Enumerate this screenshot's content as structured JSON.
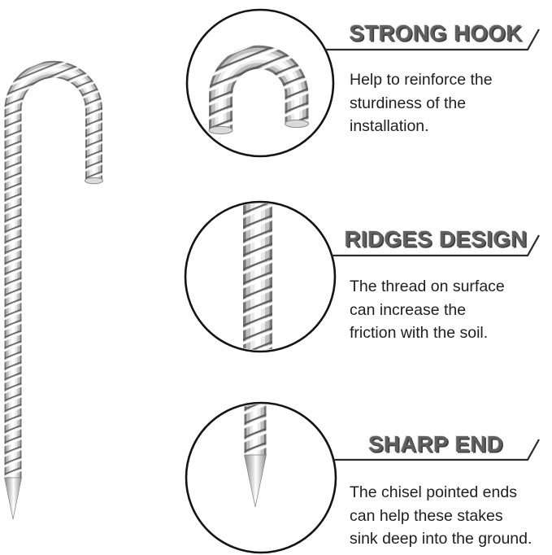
{
  "diagram": {
    "subject": "rebar J-hook ground stake feature diagram",
    "background_color": "#ffffff",
    "callouts": [
      {
        "detail_view": "hook-closeup",
        "title": "STRONG HOOK",
        "description": "Help to reinforce the\nsturdiness of the\ninstallation."
      },
      {
        "detail_view": "ridges-closeup",
        "title": "RIDGES DESIGN",
        "description": "The thread on surface\ncan increase the\nfriction with the soil."
      },
      {
        "detail_view": "point-closeup",
        "title": "SHARP END",
        "description": "The chisel pointed ends\ncan help these stakes\nsink deep into the ground."
      }
    ],
    "colors": {
      "title_text": "#5f5f5f",
      "title_shadow_dark": "#3d3d3d",
      "title_shadow_light": "#e0e0e0",
      "body_text": "#1e1e1e",
      "callout_line": "#2b2b2b",
      "circle_stroke": "#141414",
      "metal_edge": "#767676",
      "metal_mid": "#bfbfbf",
      "metal_highlight": "#ffffff"
    }
  }
}
